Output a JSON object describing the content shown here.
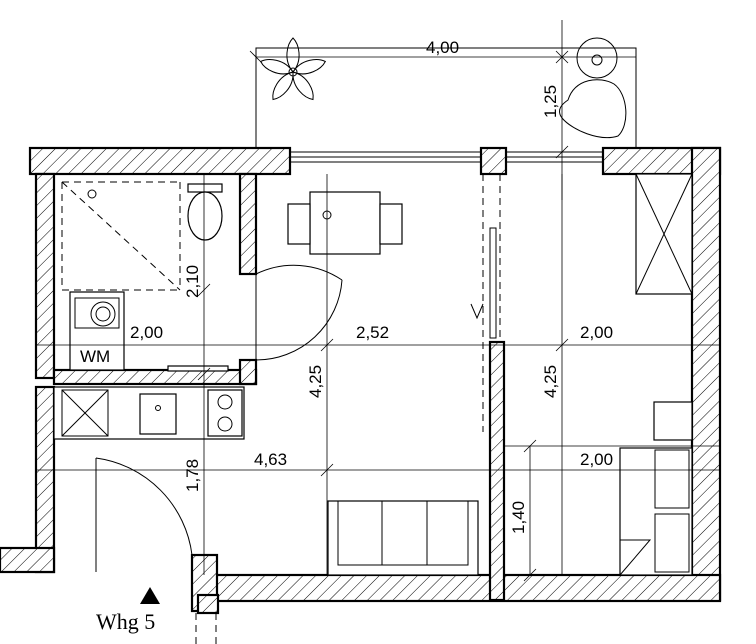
{
  "dimensions": {
    "balcony_width": "4,00",
    "balcony_depth": "1,25",
    "bath_depth": "2,10",
    "bath_width": "2,00",
    "living_width": "2,52",
    "sleeping_width": "2,00",
    "living_depth": "4,25",
    "sleeping_depth": "4,25",
    "hall_depth": "1,78",
    "hall_width": "4,63",
    "bed_width": "2,00",
    "bed_depth": "1,40"
  },
  "labels": {
    "washing_machine": "WM",
    "apartment": "Whg 5"
  }
}
